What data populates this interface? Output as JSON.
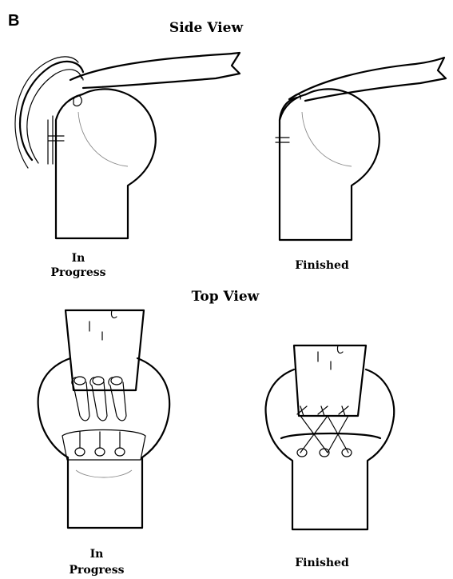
{
  "figure": {
    "panel_letter": "B",
    "side_view": {
      "title": "Side View",
      "left_caption_line1": "In",
      "left_caption_line2": "Progress",
      "right_caption": "Finished"
    },
    "top_view": {
      "title": "Top View",
      "left_caption_line1": "In",
      "left_caption_line2": "Progress",
      "right_caption": "Finished"
    }
  }
}
